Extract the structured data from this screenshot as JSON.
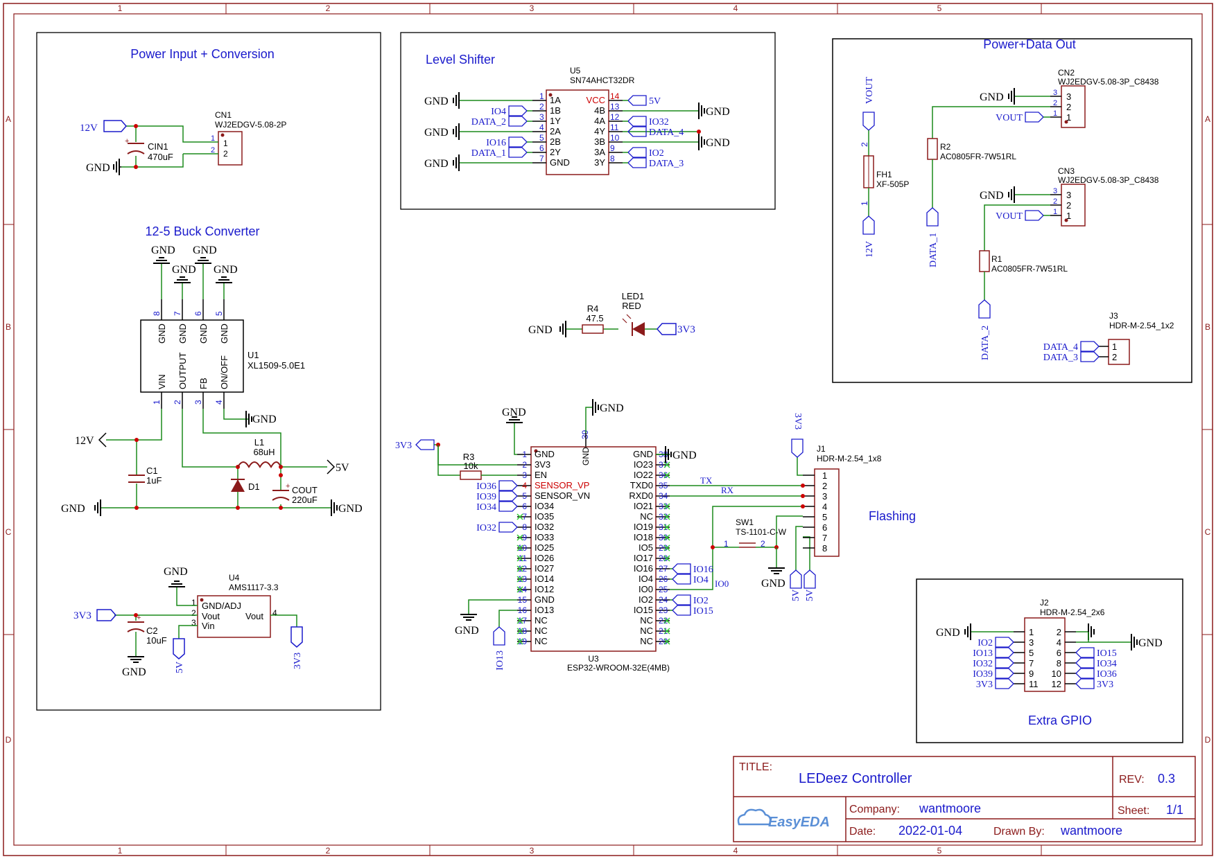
{
  "border": {
    "columns": [
      "1",
      "2",
      "3",
      "4",
      "5"
    ],
    "rows": [
      "A",
      "B",
      "C",
      "D"
    ]
  },
  "power_section": {
    "title": "Power Input + Conversion",
    "cn1": {
      "ref": "CN1",
      "part": "WJ2EDGV-5.08-2P",
      "pin1": "1",
      "pin2": "2"
    },
    "cin1": {
      "ref": "CIN1",
      "value": "470uF",
      "plus": "+"
    },
    "net_12v": "12V",
    "gnd": "GND",
    "buck_title": "12-5 Buck Converter",
    "u1": {
      "ref": "U1",
      "part": "XL1509-5.0E1",
      "top_pins": [
        {
          "num": "8",
          "name": "GND"
        },
        {
          "num": "7",
          "name": "GND"
        },
        {
          "num": "6",
          "name": "GND"
        },
        {
          "num": "5",
          "name": "GND"
        }
      ],
      "bottom_pins": [
        {
          "num": "1",
          "name": "VIN"
        },
        {
          "num": "2",
          "name": "OUTPUT"
        },
        {
          "num": "3",
          "name": "FB"
        },
        {
          "num": "4",
          "name": "ON/OFF"
        }
      ]
    },
    "c1": {
      "ref": "C1",
      "value": "1uF"
    },
    "l1": {
      "ref": "L1",
      "value": "68uH"
    },
    "d1": {
      "ref": "D1"
    },
    "cout": {
      "ref": "COUT",
      "value": "220uF"
    },
    "net_5v": "5V",
    "u4": {
      "ref": "U4",
      "part": "AMS1117-3.3",
      "pins": [
        {
          "num": "1",
          "name": "GND/ADJ"
        },
        {
          "num": "2",
          "name": "Vout"
        },
        {
          "num": "3",
          "name": "Vin"
        }
      ],
      "pin4": "4",
      "pin4_name": "Vout"
    },
    "c2": {
      "ref": "C2",
      "value": "10uF"
    },
    "net_3v3": "3V3"
  },
  "level_shifter": {
    "title": "Level Shifter",
    "u5": {
      "ref": "U5",
      "part": "SN74AHCT32DR",
      "left_pins": [
        {
          "num": "1",
          "name": "1A"
        },
        {
          "num": "2",
          "name": "1B"
        },
        {
          "num": "3",
          "name": "1Y"
        },
        {
          "num": "4",
          "name": "2A"
        },
        {
          "num": "5",
          "name": "2B"
        },
        {
          "num": "6",
          "name": "2Y"
        },
        {
          "num": "7",
          "name": "GND"
        }
      ],
      "right_pins": [
        {
          "num": "14",
          "name": "VCC"
        },
        {
          "num": "13",
          "name": "4B"
        },
        {
          "num": "12",
          "name": "4A"
        },
        {
          "num": "11",
          "name": "4Y"
        },
        {
          "num": "10",
          "name": "3B"
        },
        {
          "num": "9",
          "name": "3A"
        },
        {
          "num": "8",
          "name": "3Y"
        }
      ]
    },
    "left_nets": [
      "IO4",
      "DATA_2",
      "IO16",
      "DATA_1"
    ],
    "right_nets": [
      "IO32",
      "DATA_4",
      "IO2",
      "DATA_3"
    ]
  },
  "led": {
    "r4_ref": "R4",
    "r4_value": "47.5",
    "led_ref": "LED1",
    "led_value": "RED"
  },
  "esp32": {
    "ref": "U3",
    "part": "ESP32-WROOM-32E(4MB)",
    "top_pin_num": "39",
    "top_pin_name": "GND",
    "left_pins": [
      {
        "num": "1",
        "name": "GND"
      },
      {
        "num": "2",
        "name": "3V3"
      },
      {
        "num": "3",
        "name": "EN"
      },
      {
        "num": "4",
        "name": "SENSOR_VP"
      },
      {
        "num": "5",
        "name": "SENSOR_VN"
      },
      {
        "num": "6",
        "name": "IO34"
      },
      {
        "num": "7",
        "name": "IO35"
      },
      {
        "num": "8",
        "name": "IO32"
      },
      {
        "num": "9",
        "name": "IO33"
      },
      {
        "num": "10",
        "name": "IO25"
      },
      {
        "num": "11",
        "name": "IO26"
      },
      {
        "num": "12",
        "name": "IO27"
      },
      {
        "num": "13",
        "name": "IO14"
      },
      {
        "num": "14",
        "name": "IO12"
      },
      {
        "num": "15",
        "name": "GND"
      },
      {
        "num": "16",
        "name": "IO13"
      },
      {
        "num": "17",
        "name": "NC"
      },
      {
        "num": "18",
        "name": "NC"
      },
      {
        "num": "19",
        "name": "NC"
      }
    ],
    "right_pins": [
      {
        "num": "38",
        "name": "GND"
      },
      {
        "num": "37",
        "name": "IO23"
      },
      {
        "num": "36",
        "name": "IO22"
      },
      {
        "num": "35",
        "name": "TXD0"
      },
      {
        "num": "34",
        "name": "RXD0"
      },
      {
        "num": "33",
        "name": "IO21"
      },
      {
        "num": "32",
        "name": "NC"
      },
      {
        "num": "31",
        "name": "IO19"
      },
      {
        "num": "30",
        "name": "IO18"
      },
      {
        "num": "29",
        "name": "IO5"
      },
      {
        "num": "28",
        "name": "IO17"
      },
      {
        "num": "27",
        "name": "IO16"
      },
      {
        "num": "26",
        "name": "IO4"
      },
      {
        "num": "25",
        "name": "IO0"
      },
      {
        "num": "24",
        "name": "IO2"
      },
      {
        "num": "23",
        "name": "IO15"
      },
      {
        "num": "22",
        "name": "NC"
      },
      {
        "num": "21",
        "name": "NC"
      },
      {
        "num": "20",
        "name": "NC"
      }
    ],
    "r3_ref": "R3",
    "r3_value": "10k",
    "left_nets": [
      "IO36",
      "IO39",
      "IO34",
      "IO32"
    ],
    "right_nets": [
      "IO16",
      "IO4",
      "IO0",
      "IO2",
      "IO15"
    ],
    "io13": "IO13"
  },
  "flashing": {
    "title": "Flashing",
    "j1": {
      "ref": "J1",
      "part": "HDR-M-2.54_1x8",
      "pins": [
        "1",
        "2",
        "3",
        "4",
        "5",
        "6",
        "7",
        "8"
      ]
    },
    "sw1": {
      "ref": "SW1",
      "part": "TS-1101-C-W",
      "pin1": "1",
      "pin2": "2"
    },
    "tx": "TX",
    "rx": "RX"
  },
  "power_data_out": {
    "title": "Power+Data Out",
    "cn2": {
      "ref": "CN2",
      "part": "WJ2EDGV-5.08-3P_C8438"
    },
    "cn3": {
      "ref": "CN3",
      "part": "WJ2EDGV-5.08-3P_C8438"
    },
    "pins3": [
      "3",
      "2",
      "1"
    ],
    "r2": {
      "ref": "R2",
      "value": "AC0805FR-7W51RL"
    },
    "r1": {
      "ref": "R1",
      "value": "AC0805FR-7W51RL"
    },
    "fh1": {
      "ref": "FH1",
      "value": "XF-505P",
      "pin2": "2",
      "pin1": "1"
    },
    "vout": "VOUT",
    "data_1": "DATA_1",
    "data_2": "DATA_2",
    "data_3": "DATA_3",
    "data_4": "DATA_4",
    "j3": {
      "ref": "J3",
      "part": "HDR-M-2.54_1x2",
      "pins": [
        "1",
        "2"
      ]
    }
  },
  "extra_gpio": {
    "title": "Extra GPIO",
    "j2": {
      "ref": "J2",
      "part": "HDR-M-2.54_2x6",
      "left_pins": [
        "1",
        "3",
        "5",
        "7",
        "9",
        "11"
      ],
      "right_pins": [
        "2",
        "4",
        "6",
        "8",
        "10",
        "12"
      ]
    },
    "left_nets": [
      "IO2",
      "IO13",
      "IO32",
      "IO39",
      "3V3"
    ],
    "right_nets": [
      "IO15",
      "IO34",
      "IO36",
      "3V3"
    ]
  },
  "title_block": {
    "title_label": "TITLE:",
    "title": "LEDeez Controller",
    "rev_label": "REV:",
    "rev": "0.3",
    "company_label": "Company:",
    "company": "wantmoore",
    "sheet_label": "Sheet:",
    "sheet": "1/1",
    "date_label": "Date:",
    "date": "2022-01-04",
    "drawn_label": "Drawn By:",
    "drawn_by": "wantmoore",
    "logo": "EasyEDA"
  },
  "colors": {
    "frame": "#8b1a1a",
    "wire": "#1a8a1a",
    "net": "#1a1acc",
    "part": "#8b1a1a",
    "junction": "#cc0000",
    "nc": "#33cc33"
  }
}
